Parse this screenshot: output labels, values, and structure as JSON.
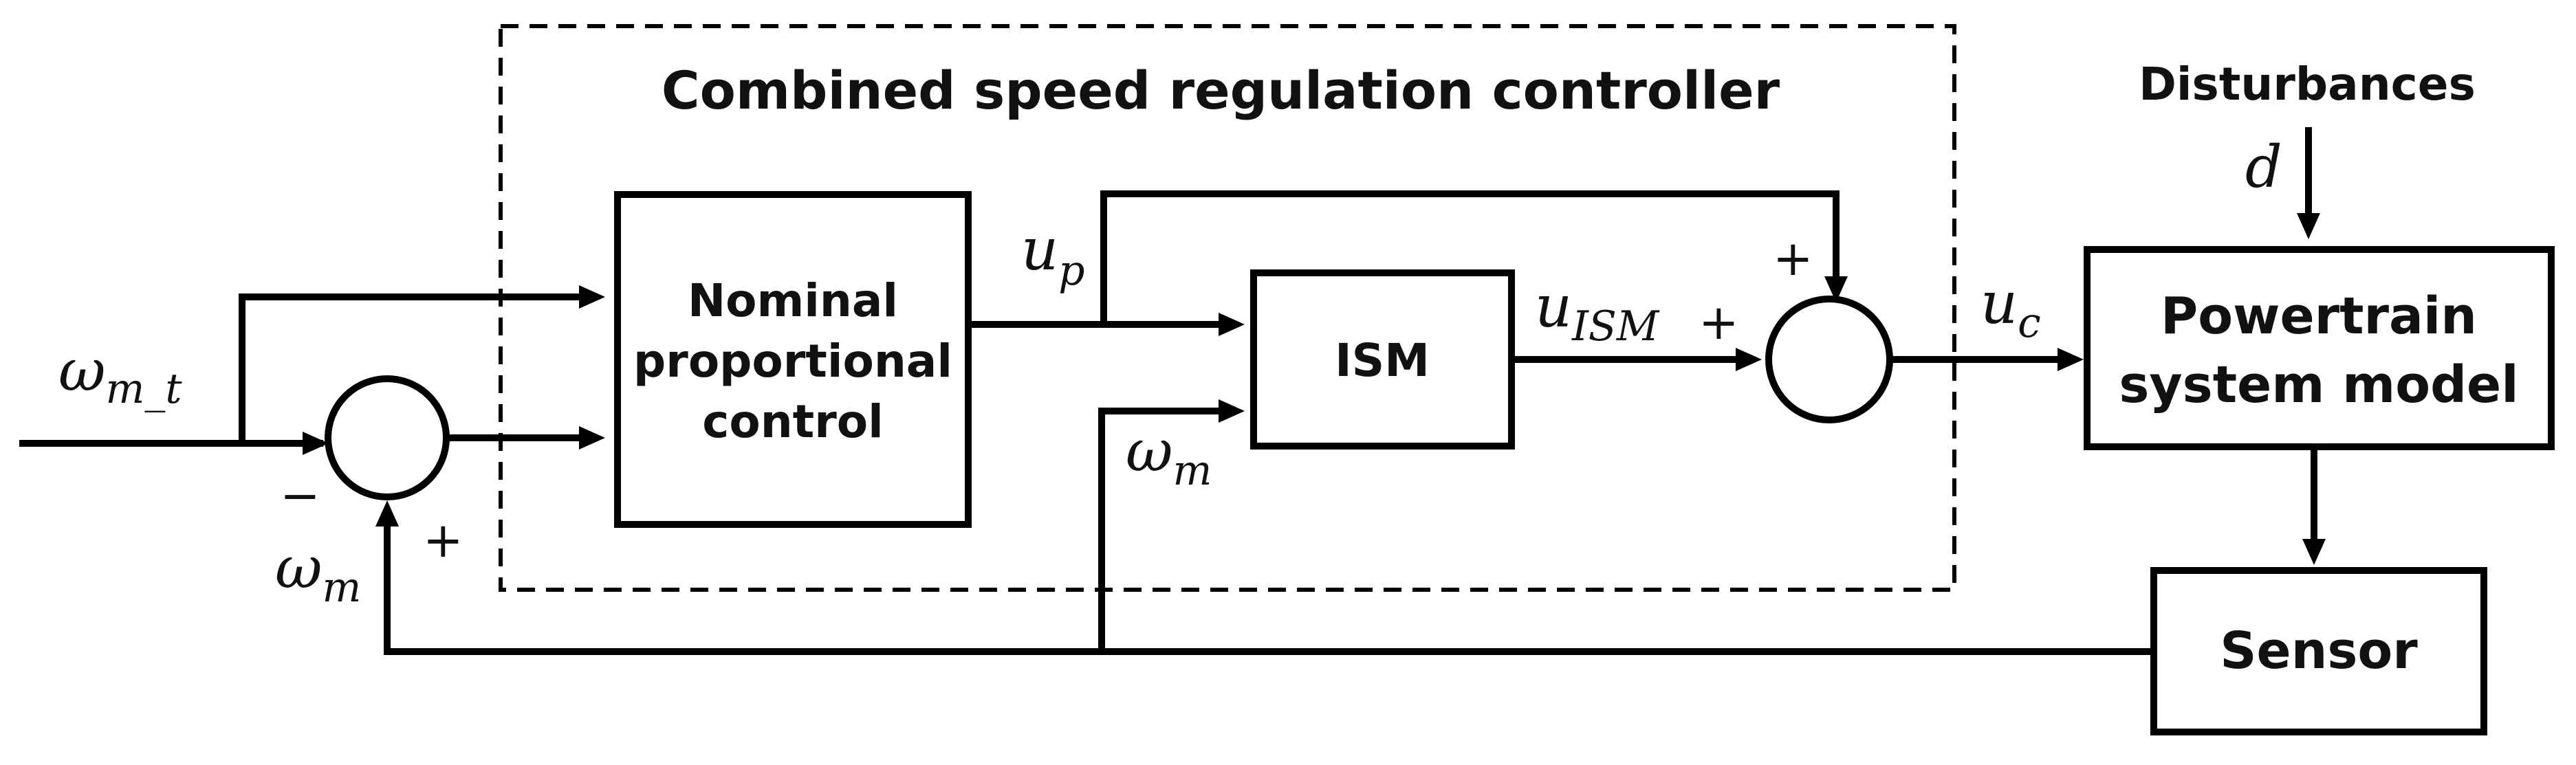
{
  "title": "Combined speed regulation controller",
  "blocks": {
    "nominal": [
      "Nominal",
      "proportional",
      "control"
    ],
    "ism": "ISM",
    "powertrain": [
      "Powertrain",
      "system model"
    ],
    "sensor": "Sensor"
  },
  "labels": {
    "disturbances": "Disturbances",
    "d": "d",
    "omega": "ω",
    "omega_mt_sub": "m_t",
    "omega_m_sub": "m",
    "u": "u",
    "up_sub": "p",
    "uism_sub": "ISM",
    "uc_sub": "c"
  },
  "signs": {
    "left_sum_minus": "−",
    "left_sum_plus": "+",
    "right_sum_plus_top": "+",
    "right_sum_plus_left": "+"
  }
}
